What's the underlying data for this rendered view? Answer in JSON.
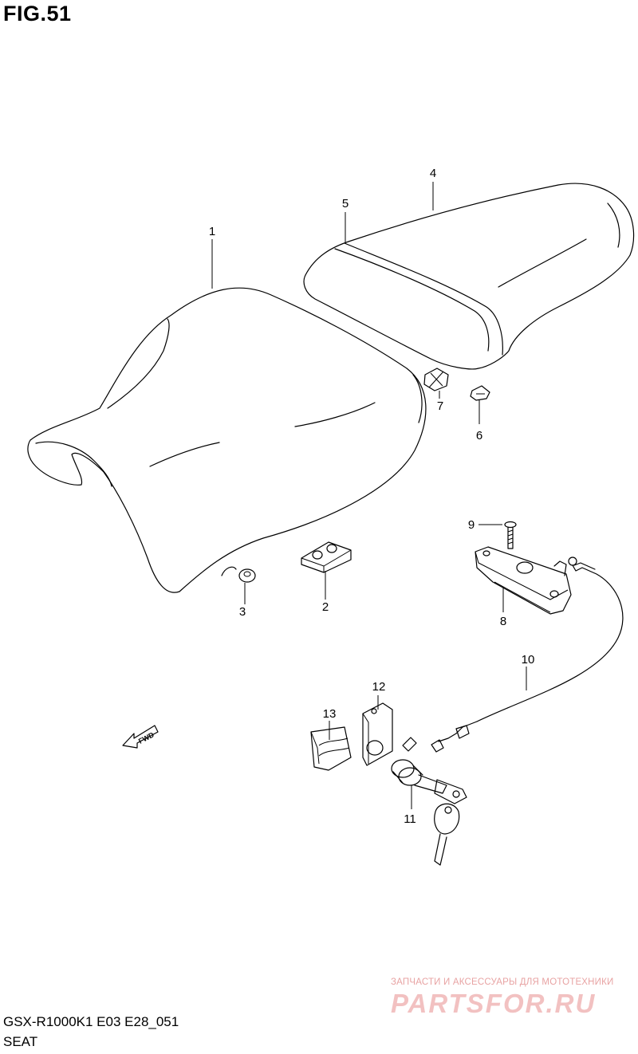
{
  "figure": {
    "title": "FIG.51"
  },
  "footer": {
    "model_code": "GSX-R1000K1 E03 E28_051",
    "section": "SEAT"
  },
  "watermark": {
    "tagline": "ЗАПЧАСТИ И АКСЕССУАРЫ ДЛЯ МОТОТЕХНИКИ",
    "brand": "PARTSFOR.RU"
  },
  "fwd_label": "FWD",
  "callouts": [
    "1",
    "2",
    "3",
    "4",
    "5",
    "6",
    "7",
    "8",
    "9",
    "10",
    "11",
    "12",
    "13"
  ]
}
